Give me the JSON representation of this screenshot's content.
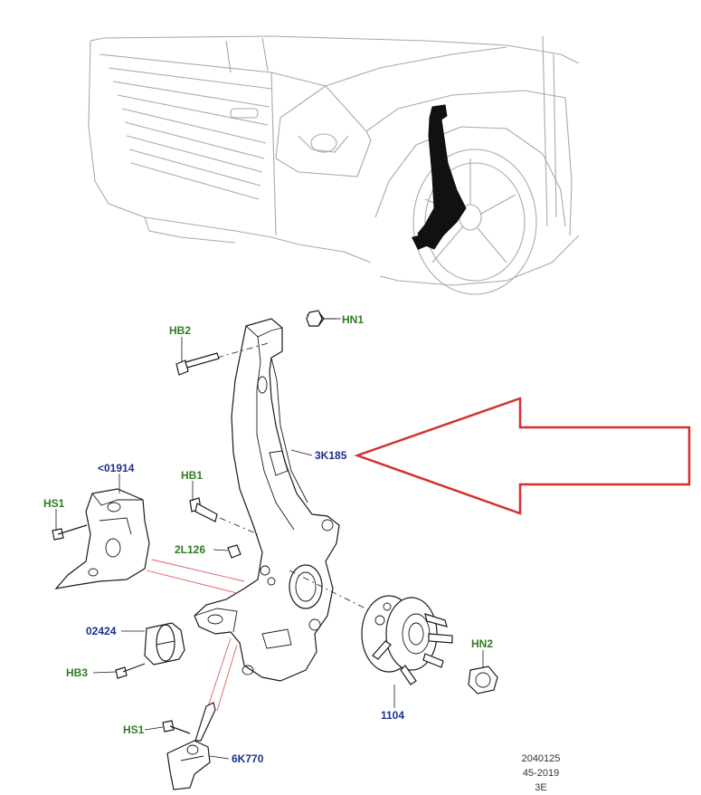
{
  "labels": {
    "hn1": "HN1",
    "hb2": "HB2",
    "hb1": "HB1",
    "hs1_left": "HS1",
    "shield": "<01914",
    "knuckle": "3K185",
    "bolt_2l126": "2L126",
    "bushing": "02424",
    "hb3": "HB3",
    "hn2": "HN2",
    "hub": "1104",
    "hs1_bottom": "HS1",
    "sensor_bracket": "6K770"
  },
  "footer": {
    "line1": "2040125",
    "line2": "45-2019",
    "line3": "3E"
  },
  "colors": {
    "label_green": "#2e7d1f",
    "label_blue": "#1f2f8c",
    "arrow_red": "#d32f2f",
    "car_outline": "#a9a9a9"
  }
}
